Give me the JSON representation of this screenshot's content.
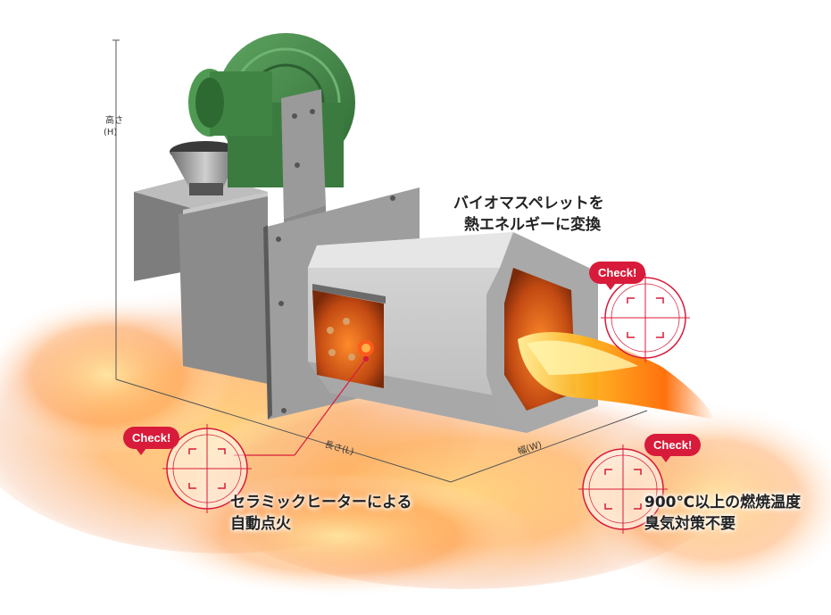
{
  "features": {
    "pellet_conversion": {
      "line1": "バイオマスペレットを",
      "line2": "熱エネルギーに変換"
    },
    "ceramic_heater": {
      "line1": "セラミックヒーターによる",
      "line2": "自動点火"
    },
    "combustion_temp": {
      "line1": "900℃以上の燃焼温度",
      "line2": "臭気対策不要"
    }
  },
  "check_badges": {
    "badge1": "Check!",
    "badge2": "Check!",
    "badge3": "Check!"
  },
  "dimensions": {
    "height_label": "高さ",
    "height_symbol": "(H)",
    "length_label": "長さ(L)",
    "width_label": "幅(W)"
  },
  "colors": {
    "accent": "#d81b3a",
    "blower_green": "#3a7d3f",
    "body_gray": "#8e8e8e",
    "flame_orange": "#ff8a00"
  }
}
